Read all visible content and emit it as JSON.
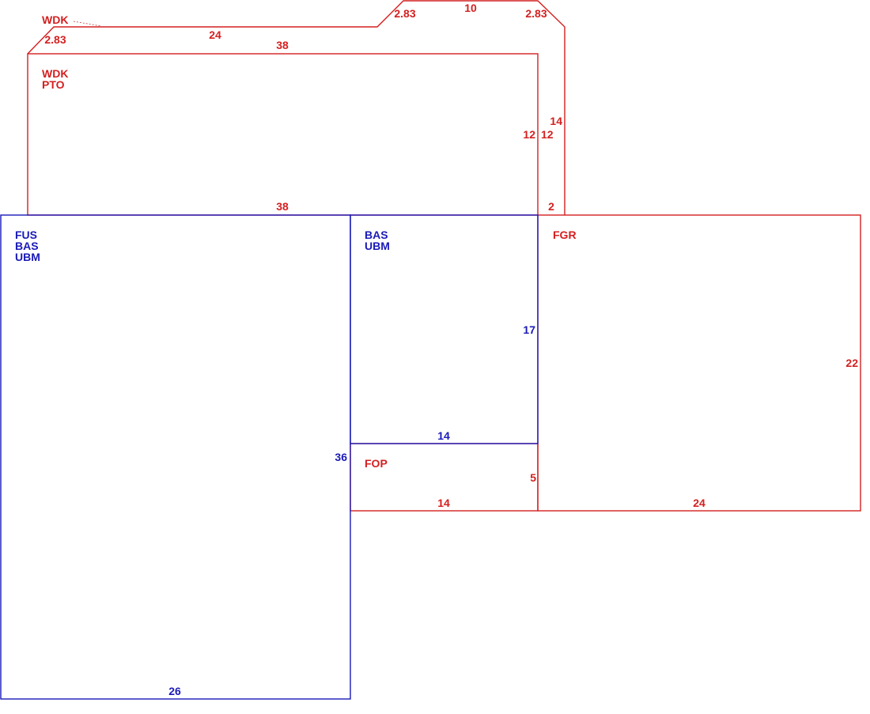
{
  "colors": {
    "red": "#d42020",
    "blue": "#1a1ab8",
    "leader": "#c04040"
  },
  "areas": {
    "wdk_upper": {
      "line1": "WDK"
    },
    "wdk_pto": {
      "line1": "WDK",
      "line2": "PTO"
    },
    "main": {
      "line1": "FUS",
      "line2": "BAS",
      "line3": "UBM"
    },
    "bas_ubm": {
      "line1": "BAS",
      "line2": "UBM"
    },
    "fgr": {
      "line1": "FGR"
    },
    "fop": {
      "line1": "FOP"
    }
  },
  "dimensions": {
    "wdk_upper_left_chamfer": "2.83",
    "wdk_upper_top_long": "24",
    "wdk_upper_chamfer_a": "2.83",
    "wdk_upper_top_short": "10",
    "wdk_upper_chamfer_b": "2.83",
    "wdk_upper_right": "14",
    "wdk_upper_bottom_right": "2",
    "pto_top": "38",
    "pto_bottom": "38",
    "pto_right_outer": "12",
    "pto_right_inner": "12",
    "main_right": "36",
    "main_bottom": "26",
    "bas_ubm_right": "17",
    "bas_ubm_bottom": "14",
    "fop_right": "5",
    "fop_bottom": "14",
    "fgr_right": "22",
    "fgr_bottom": "24"
  }
}
